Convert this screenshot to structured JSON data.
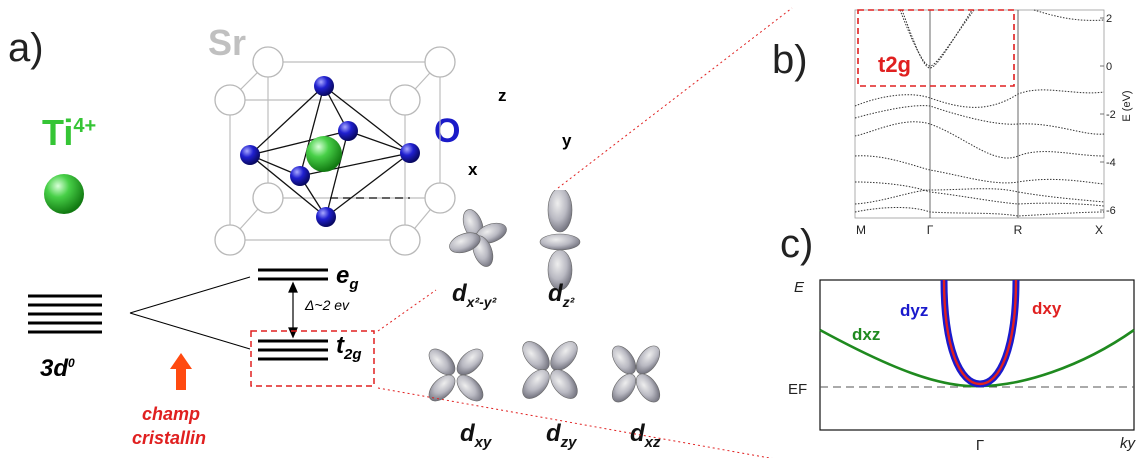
{
  "panels": {
    "a": "a)",
    "b": "b)",
    "c": "c)"
  },
  "crystal": {
    "sr_label": "Sr",
    "ti_label": "Ti",
    "ti_charge": "4+",
    "o_label": "O"
  },
  "axes3d": {
    "z": "z",
    "y": "y",
    "x": "x"
  },
  "levels": {
    "config_base": "3d",
    "config_sup": "0",
    "eg_base": "e",
    "eg_sub": "g",
    "t2g_base": "t",
    "t2g_sub": "2g",
    "gap": "Δ~2 ev",
    "field_line1": "champ",
    "field_line2": "cristallin"
  },
  "orbitals": {
    "top": [
      {
        "base": "d",
        "sub": "x²-y²"
      },
      {
        "base": "d",
        "sub": "z²"
      }
    ],
    "bottom": [
      {
        "base": "d",
        "sub": "xy"
      },
      {
        "base": "d",
        "sub": "zy"
      },
      {
        "base": "d",
        "sub": "xz"
      }
    ]
  },
  "band_structure": {
    "highlight_label": "t2g",
    "ylabel": "E (eV)",
    "yticks": [
      "2",
      "0",
      "-2",
      "-4",
      "-6"
    ],
    "kpoints": [
      "M",
      "Γ",
      "R",
      "X"
    ]
  },
  "dispersion": {
    "ylabel": "E",
    "xlabel": "ky",
    "fermi_label": "EF",
    "gamma_label": "Γ",
    "curves": [
      {
        "name": "dxz",
        "color": "#1f8a1f"
      },
      {
        "name": "dyz",
        "color": "#1a1acc"
      },
      {
        "name": "dxy",
        "color": "#e02020"
      }
    ]
  },
  "colors": {
    "ti": "#35c535",
    "oxygen": "#1a1ac8",
    "sr": "#c0c0c0",
    "highlight": "#e02020",
    "field_arrow": "#ff4a10"
  }
}
